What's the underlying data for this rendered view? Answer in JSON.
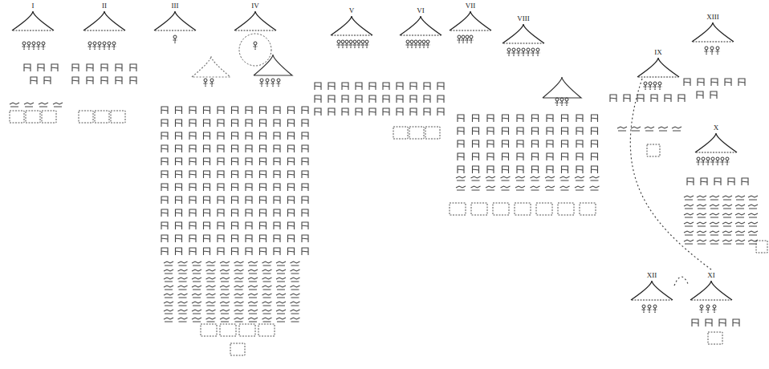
{
  "diagram": {
    "nodes": [
      {
        "text": [
          "I"
        ]
      },
      {
        "text": [
          "II"
        ]
      },
      {
        "text": [
          "III"
        ]
      },
      {
        "text": [
          "IV"
        ]
      },
      {
        "text": [
          "V"
        ]
      },
      {
        "text": [
          "VI"
        ]
      },
      {
        "text": [
          "VII"
        ]
      },
      {
        "text": [
          "VIII"
        ]
      },
      {
        "text": [
          "IX"
        ]
      },
      {
        "text": [
          "XIII"
        ]
      },
      {
        "text": [
          "X"
        ]
      },
      {
        "text": [
          "XII"
        ]
      },
      {
        "text": [
          "XI"
        ]
      }
    ],
    "edges": [
      {
        "from": 8,
        "to": 12,
        "arrow": "none"
      },
      {
        "from": 11,
        "to": 12,
        "arrow": "none"
      }
    ]
  }
}
